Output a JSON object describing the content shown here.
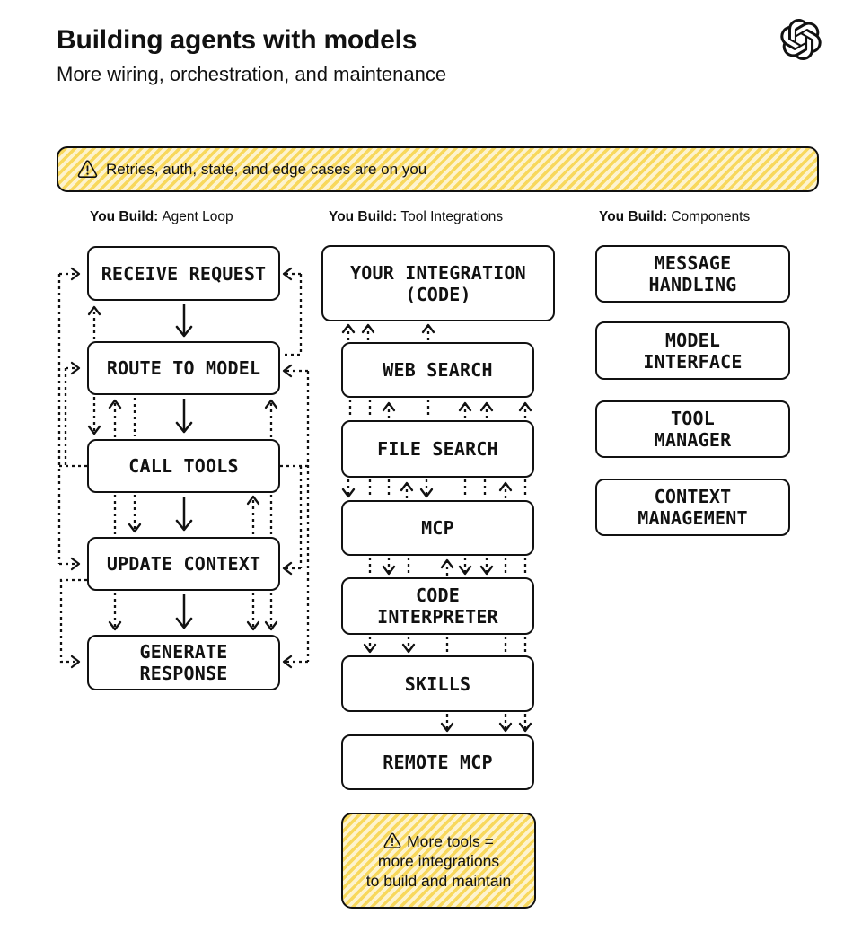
{
  "header": {
    "title": "Building agents with models",
    "subtitle": "More wiring, orchestration, and maintenance"
  },
  "banner": {
    "icon": "warning-triangle-icon",
    "text": "Retries, auth, state, and edge cases are on you"
  },
  "columns": [
    {
      "heading_bold": "You Build:",
      "heading_rest": "Agent Loop",
      "boxes": [
        "RECEIVE REQUEST",
        "ROUTE TO MODEL",
        "CALL TOOLS",
        "UPDATE CONTEXT",
        "GENERATE\nRESPONSE"
      ]
    },
    {
      "heading_bold": "You Build:",
      "heading_rest": "Tool Integrations",
      "boxes": [
        "YOUR INTEGRATION\n(CODE)",
        "WEB SEARCH",
        "FILE SEARCH",
        "MCP",
        "CODE\nINTERPRETER",
        "SKILLS",
        "REMOTE MCP"
      ]
    },
    {
      "heading_bold": "You Build:",
      "heading_rest": "Components",
      "boxes": [
        "MESSAGE\nHANDLING",
        "MODEL\nINTERFACE",
        "TOOL\nMANAGER",
        "CONTEXT\nMANAGEMENT"
      ]
    }
  ],
  "footnote": {
    "icon": "warning-triangle-icon",
    "lines": [
      "More tools =",
      "more integrations",
      "to build and maintain"
    ]
  },
  "colors": {
    "ink": "#111111",
    "hatch_yellow": "#f8d85c",
    "hatch_cream": "#fdf3cf",
    "background": "#ffffff"
  }
}
